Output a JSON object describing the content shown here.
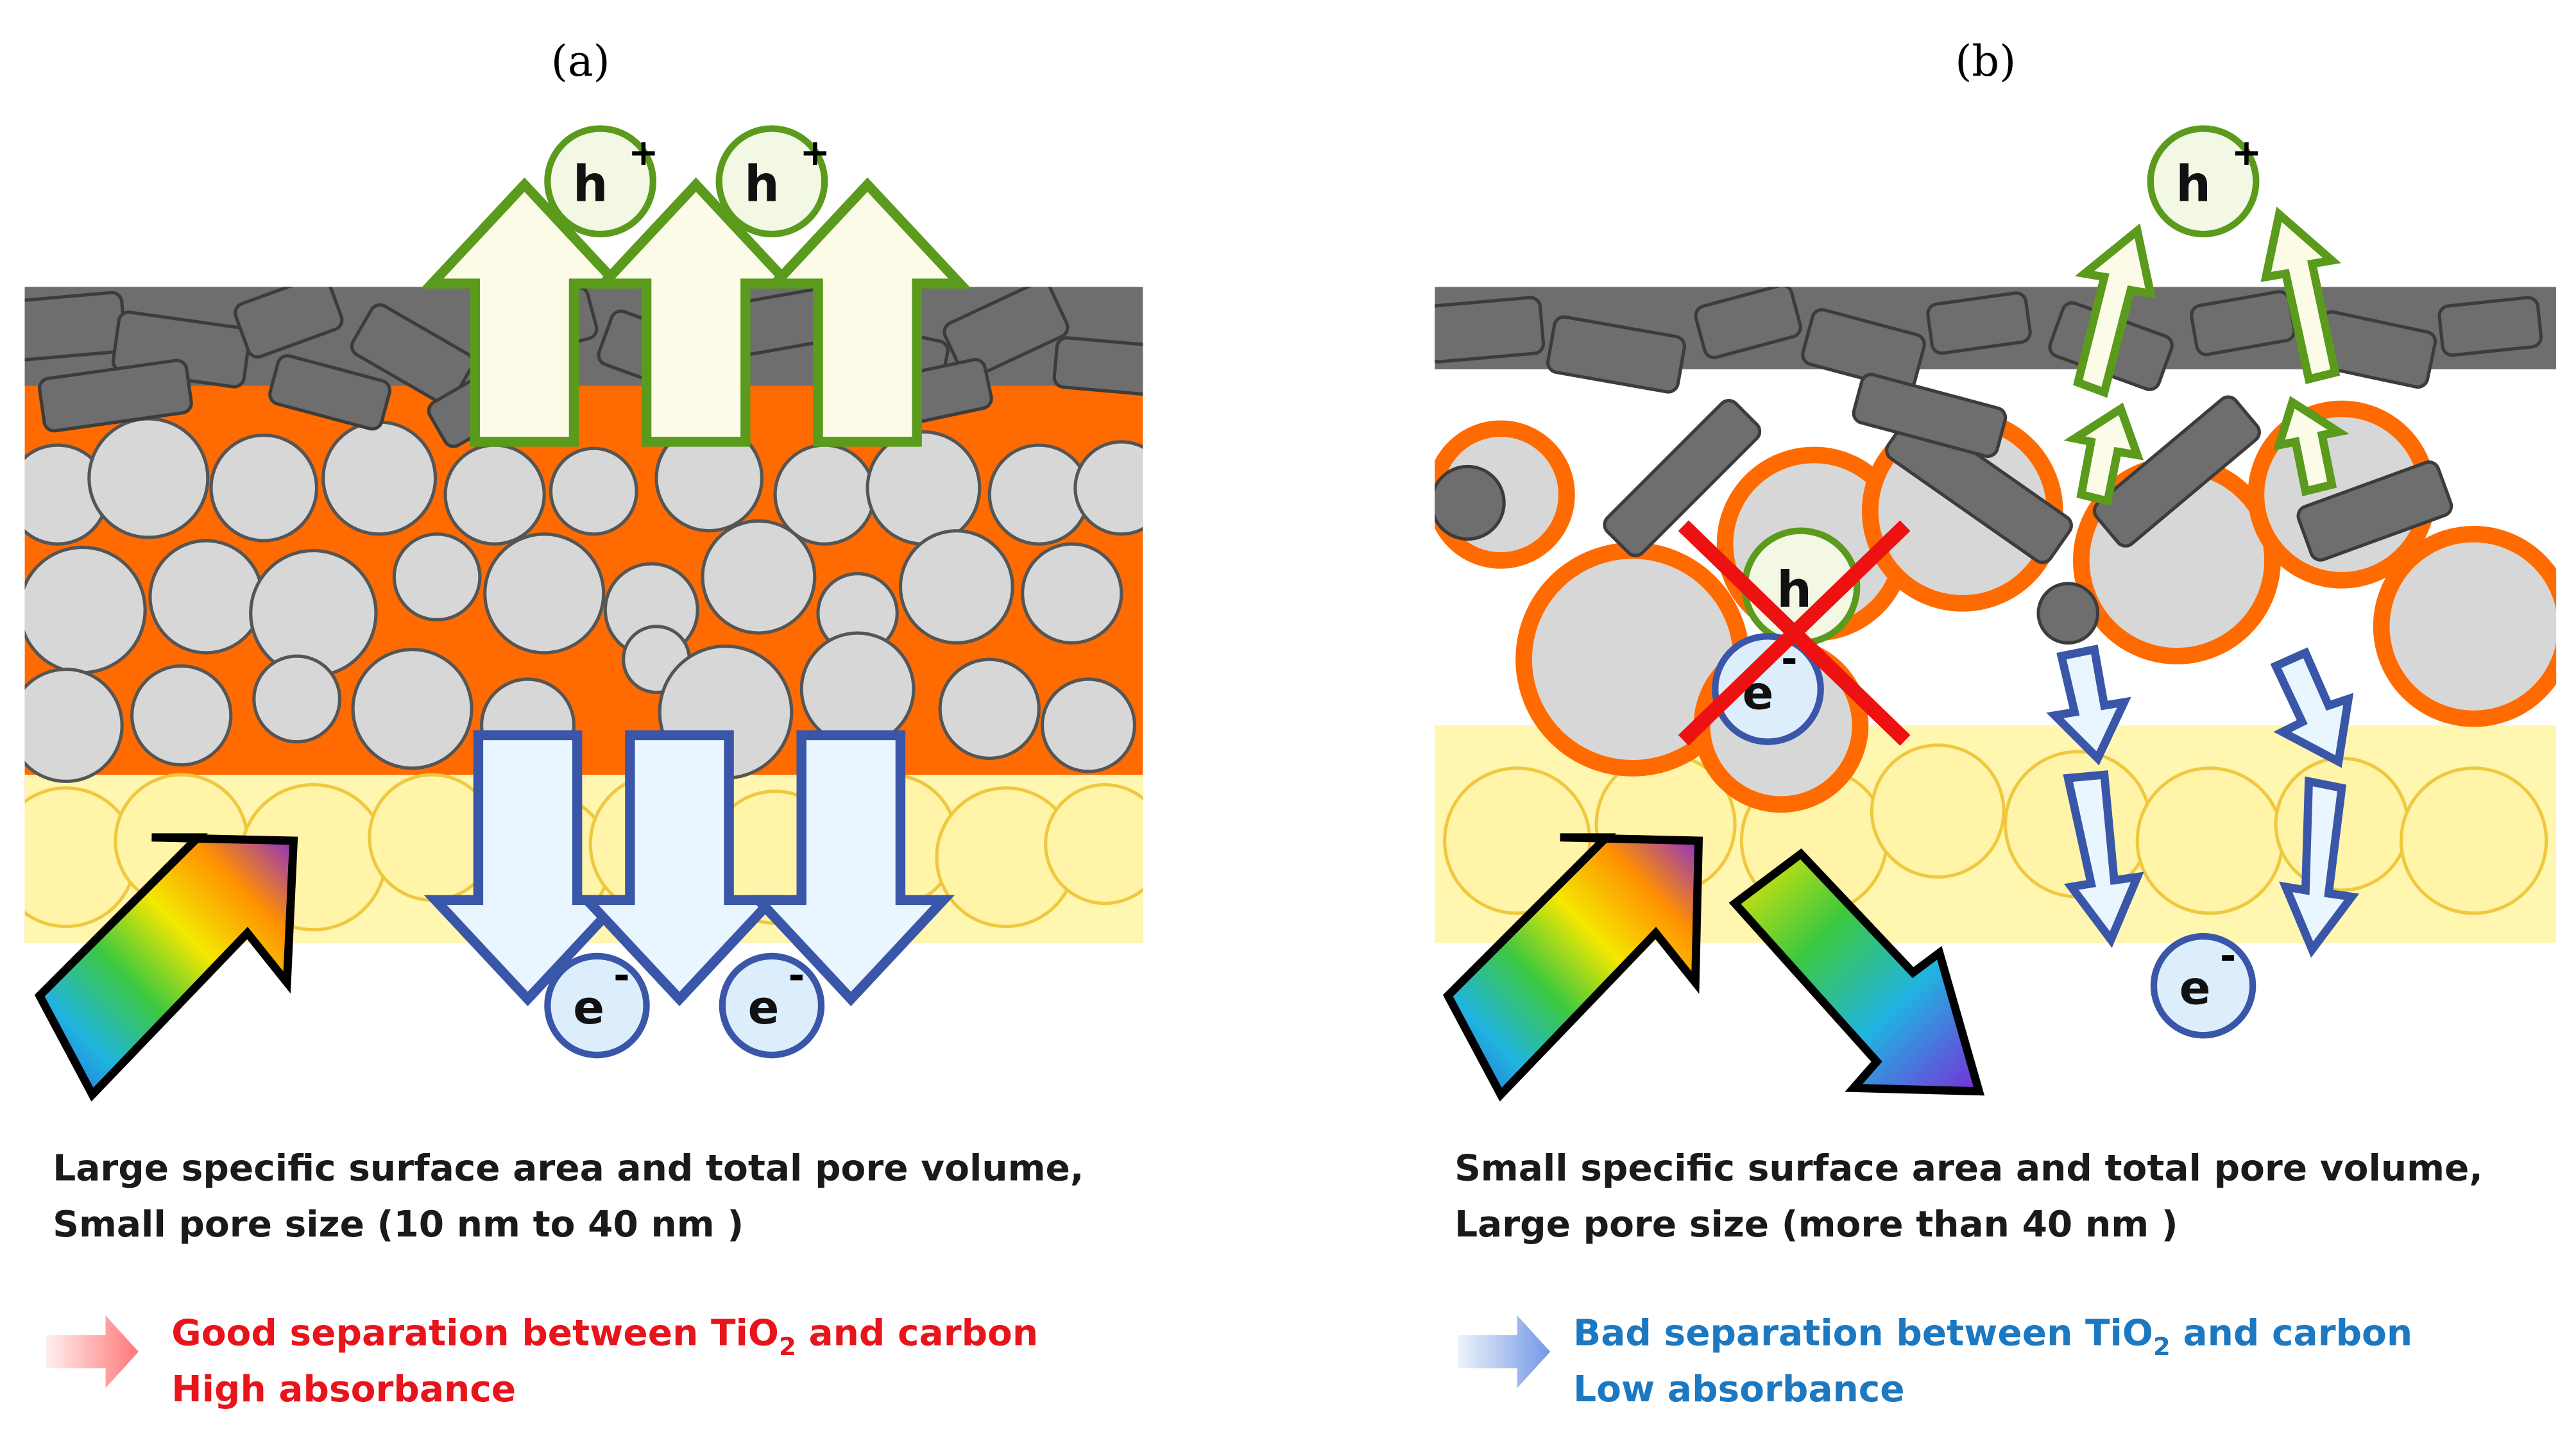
{
  "panels": [
    {
      "label": "(a)",
      "holes": [
        "h",
        "h"
      ],
      "hole_sup": "+",
      "electrons": [
        "e",
        "e"
      ],
      "electron_sup": "-",
      "description": [
        "Large specific surface area and total pore volume,",
        "Small pore size (10 nm to 40 nm )"
      ],
      "conclusion_line1_pre": "Good separation between TiO",
      "conclusion_line1_sub": "2",
      "conclusion_line1_post": " and carbon",
      "conclusion_line2": "High absorbance",
      "conclusion_color": "#e8141c"
    },
    {
      "label": "(b)",
      "holes": [
        "h"
      ],
      "hole_sup": "+",
      "electrons": [
        "e"
      ],
      "electron_sup": "-",
      "recombined_hole": "h",
      "recombined_electron": "e",
      "recombined_electron_sup": "-",
      "description": [
        "Small specific surface area and total pore volume,",
        "Large pore size (more than 40 nm )"
      ],
      "conclusion_line1_pre": "Bad separation between TiO",
      "conclusion_line1_sub": "2",
      "conclusion_line1_post": " and carbon",
      "conclusion_line2": "Low absorbance",
      "conclusion_color": "#1c78c0"
    }
  ],
  "colors": {
    "carbon": "#6e6e6e",
    "tio2": "#d7d7d7",
    "binder": "#ff6b00",
    "substrate": "#fff6b0",
    "hole_arrow": "#5a9a1c",
    "electron_arrow": "#3a56a8"
  }
}
